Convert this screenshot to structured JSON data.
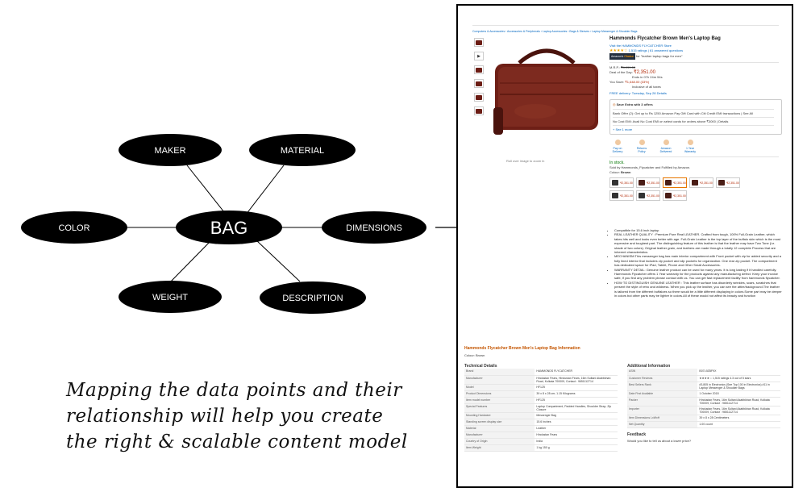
{
  "diagram": {
    "center": "BAG",
    "nodes": [
      {
        "id": "maker",
        "label": "MAKER"
      },
      {
        "id": "material",
        "label": "MATERIAL"
      },
      {
        "id": "color",
        "label": "COLOR"
      },
      {
        "id": "dimensions",
        "label": "DIMENSIONS"
      },
      {
        "id": "weight",
        "label": "WEIGHT"
      },
      {
        "id": "description",
        "label": "DESCRIPTION"
      }
    ],
    "caption": "Mapping the data points and their relationship will help you create the right & scalable content model"
  },
  "colors": {
    "node_fill": "#000000",
    "node_text": "#ffffff",
    "price_red": "#b12704",
    "link_blue": "#0066c0",
    "accent_orange": "#c45500"
  },
  "product": {
    "breadcrumb": "Computers & Accessories › Accessories & Peripherals › Laptop Accessories › Bags & Sleeves › Laptop Messenger & Shoulder Bags",
    "title": "Hammonds Flycatcher Brown Men's Laptop Bag",
    "store_link": "Visit the HAMMONDS FLYCATCHER Store",
    "ratings": "1,515 ratings | 61 answered questions",
    "badge_prefix": "Amazon's",
    "badge_suffix": "Choice",
    "badge_for": "for \"leather laptop bags for men\"",
    "mrp_label": "M.R.P.:",
    "mrp": "₹4,999.00",
    "deal_label": "Deal of the Day:",
    "deal_price": "₹2,351.00",
    "ends_in": "Ends in 07h 24m 54s",
    "save_label": "You Save:",
    "save_value": "₹1,648.00 (33%)",
    "inclusive": "Inclusive of all taxes",
    "delivery": "FREE delivery: Tuesday, Sep 28 Details",
    "save_extra": "Save Extra with 3 offers",
    "bank_offer": "Bank Offer (2): Get up to Rs 1250 Amazon Pay Gift Card with Citi Credit EMI transactions | See All",
    "no_cost_emi": "No Cost EMI: Avail No Cost EMI on select cards for orders above ₹3000 | Details",
    "see_more": "+ See 1 more",
    "service_icons": [
      "Pay on Delivery",
      "Returns Policy",
      "Amazon Delivered",
      "1 Year Warranty"
    ],
    "stock": "In stock.",
    "sold_by": "Sold by Hammonds_Flycatcher and Fulfilled by Amazon.",
    "colour_label": "Colour:",
    "colour_value": "Brown",
    "swatch_prices": [
      "₹2,351.00",
      "₹2,351.00",
      "₹2,351.00",
      "₹2,351.00",
      "₹2,351.00",
      "₹2,351.00",
      "₹2,351.00",
      "₹2,351.00"
    ],
    "rollover": "Roll over image to zoom in",
    "bullets": [
      "Compatible for 15.6 inch laptop",
      "REAL LEATHER QUALITY : Premium Pure Real LEATHER. Crafted from tough, 100% Full-Grain Leather, which takes hits well and looks even better with age. Full-Grain Leather is the top layer of the buffalo skin which is the most expensive and toughest part. The distinguishing feature of this leather is that the leather may have Two Tone (i.e. shade of two colors). Original leather grain, and leathers are made through a totally 12 complete Process that are inherent characteristics.",
      "MECHANISM:This messenger bag has main interior compartment with Front pocket with zip for added security and a fully lined interior that includes zip pocket and slip pockets for organization. One rear zip pocket. The compartment has dedicated space for iPad, Tablet, Phone and Other Small Accessories.",
      "WARRANTY DETAIL: Genuine leather product can be used for many years. It is long lasting if it handled carefully. Hammonds Flycatcher offers 1 Year warranty for the products against any manufacturing defect. Keep your invoice safe, if you find any problem please contact with us. You can get fast replacement facility from hammonds flycatcher.",
      "HOW TO DISTINGUISH GENUINE LEATHER : This leather surface has disorderly wrinkles, scars, scratches that present the style of retro and wildness. When you pick up the leather, you can see the attire/background.The leather is tailored from the different buffaloes so there would be a little different displaying in colors.Some part may be deeper in colors but other parts may be lighter in colors.All of these would not affect its beauty and function"
    ],
    "info_title": "Hammonds Flycatcher Brown Men's Laptop Bag Information",
    "info_colour": "Colour: Brown",
    "technical_title": "Technical Details",
    "technical": [
      [
        "Brand",
        "HAMMONDS FLYCATCHER"
      ],
      [
        "Manufacturer",
        "Hindustan Fears, Hindustan Fears, 16m Sultani Akabbkhan Road, Kolkata 700009, Contact : 9651112714"
      ],
      [
        "Model",
        "HF125"
      ],
      [
        "Product Dimensions",
        "39 x 8 x 28 cm; 1.15 Kilograms"
      ],
      [
        "Item model number",
        "HF125"
      ],
      [
        "Special Features",
        "Laptop Compartment, Padded Handles, Shoulder Strap, Zip Closure"
      ],
      [
        "Mounting Hardware",
        "Messenger Bag"
      ],
      [
        "Standing screen display size",
        "15.6 Inches"
      ],
      [
        "Material",
        "Leather"
      ],
      [
        "Manufacturer",
        "Hindustan Fears"
      ],
      [
        "Country of Origin",
        "India"
      ],
      [
        "Item Weight",
        "1 kg 150 g"
      ]
    ],
    "additional_title": "Additional Information",
    "additional": [
      [
        "ASIN",
        "B07L9ZBF9X"
      ],
      [
        "Customer Reviews",
        "★★★★☆ 1,515 ratings 4.3 out of 5 stars"
      ],
      [
        "Best Sellers Rank",
        "#3,805 in Electronics (See Top 100 in Electronics) #11 in Laptop Messenger & Shoulder Bags"
      ],
      [
        "Date First Available",
        "1 October 2018"
      ],
      [
        "Packer",
        "Hindustan Fears, 16m Sultani Akabbkhan Road, Kolkata 700009, Contact : 9651112714"
      ],
      [
        "Importer",
        "Hindustan Fears, 16m Sultani Akabbkhan Road, Kolkata 700009, Contact : 9651112714"
      ],
      [
        "Item Dimensions LxWxH",
        "39 x 8 x 28 Centimeters"
      ],
      [
        "Net Quantity",
        "1.00 count"
      ]
    ],
    "feedback_title": "Feedback",
    "feedback_text": "Would you like to tell us about a lower price?"
  }
}
